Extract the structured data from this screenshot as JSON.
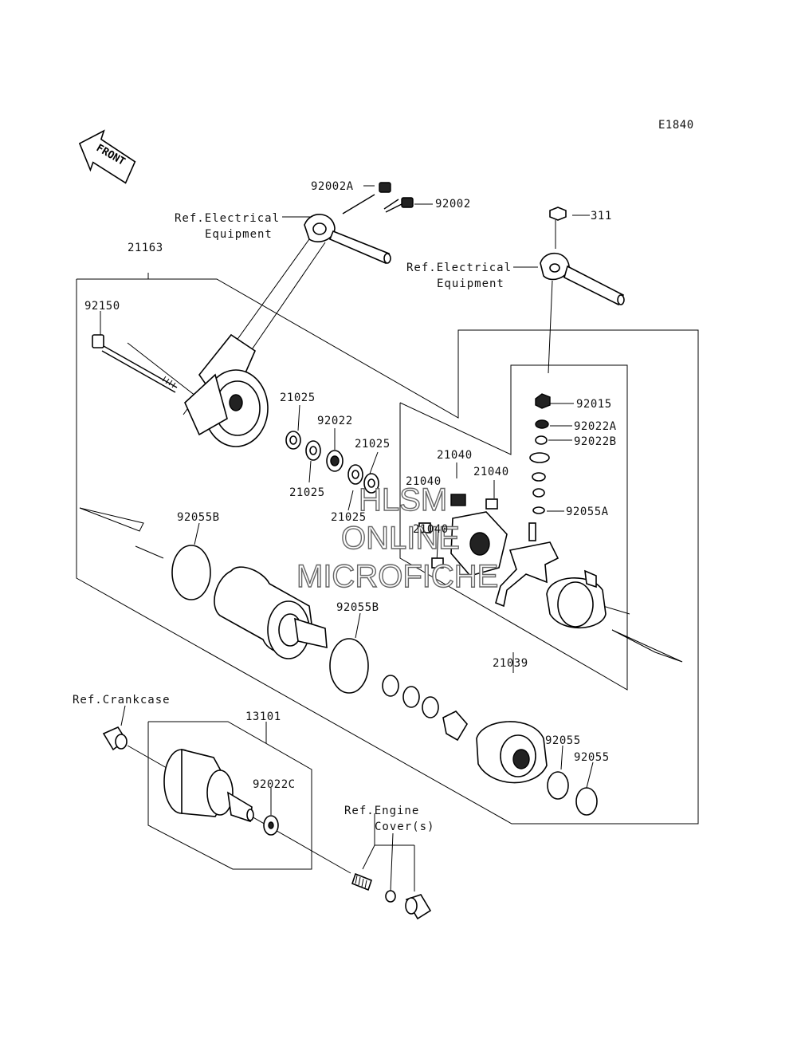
{
  "diagram": {
    "code": "E1840",
    "front_label": "FRONT",
    "watermark": [
      "HLSM",
      "ONLINE",
      "MICROFICHE"
    ],
    "references": {
      "elec_top": [
        "Ref.Electrical",
        "Equipment"
      ],
      "elec_right": [
        "Ref.Electrical",
        "Equipment"
      ],
      "crankcase": "Ref.Crankcase",
      "engine_cover": [
        "Ref.Engine",
        "Cover(s)"
      ]
    },
    "parts": {
      "p92002A": "92002A",
      "p92002": "92002",
      "p311": "311",
      "p21163": "21163",
      "p92150": "92150",
      "p21025_a": "21025",
      "p92022": "92022",
      "p21025_b": "21025",
      "p21025_c": "21025",
      "p21025_d": "21025",
      "p92015": "92015",
      "p92022A": "92022A",
      "p92022B": "92022B",
      "p21040_a": "21040",
      "p21040_b": "21040",
      "p21040_c": "21040",
      "p21040_d": "21040",
      "p92055A": "92055A",
      "p92055B_a": "92055B",
      "p92055B_b": "92055B",
      "p21039": "21039",
      "p13101": "13101",
      "p92022C": "92022C",
      "p92055_a": "92055",
      "p92055_b": "92055"
    }
  }
}
